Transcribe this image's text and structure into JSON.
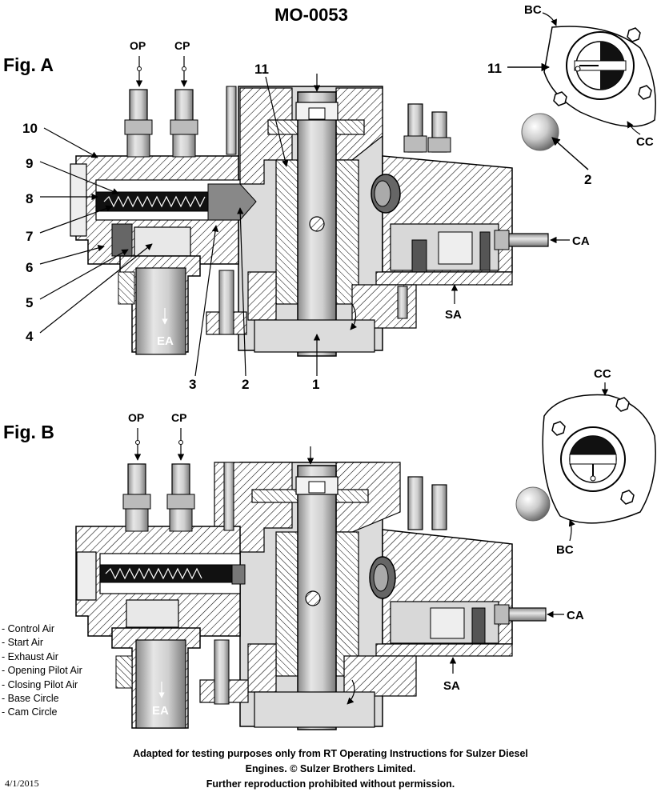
{
  "title": "MO-0053",
  "fig_a": {
    "label": "Fig. A",
    "callouts": [
      "1",
      "2",
      "3",
      "4",
      "5",
      "6",
      "7",
      "8",
      "9",
      "10",
      "11"
    ],
    "ports": {
      "op": "OP",
      "cp": "CP",
      "ea": "EA",
      "ca": "CA",
      "sa": "SA"
    },
    "detail": {
      "bc": "BC",
      "cc": "CC",
      "n11": "11",
      "n2": "2"
    }
  },
  "fig_b": {
    "label": "Fig. B",
    "ports": {
      "op": "OP",
      "cp": "CP",
      "ea": "EA",
      "ca": "CA",
      "sa": "SA"
    },
    "detail": {
      "cc": "CC",
      "bc": "BC"
    }
  },
  "legend": [
    "- Control Air",
    "- Start Air",
    "- Exhaust Air",
    "- Opening Pilot Air",
    "- Closing Pilot Air",
    "- Base Circle",
    "- Cam Circle"
  ],
  "credit": {
    "line1": "Adapted for testing purposes only from  RT Operating Instructions for Sulzer Diesel",
    "line2": "Engines. © Sulzer Brothers Limited.",
    "line3": "Further reproduction prohibited without permission."
  },
  "date": "4/1/2015"
}
